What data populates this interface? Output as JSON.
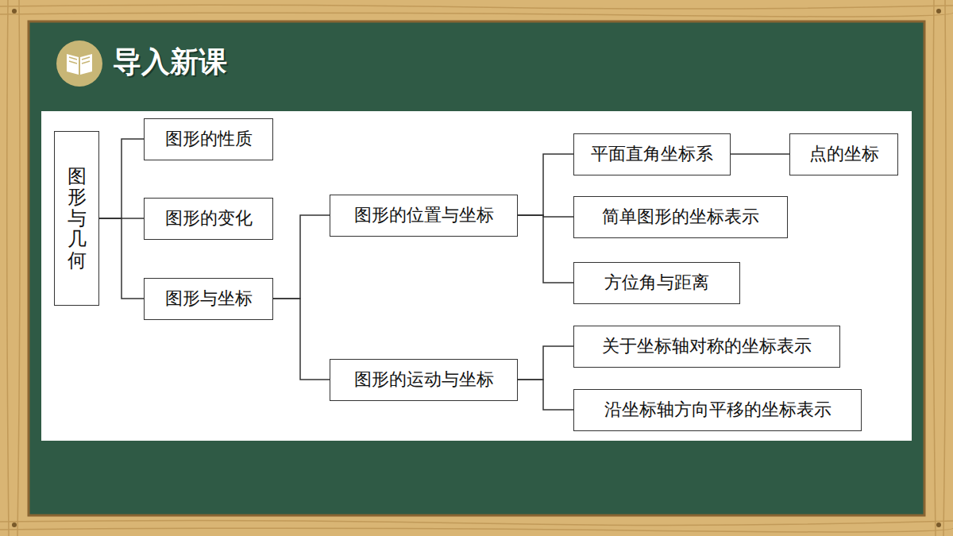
{
  "diagram": {
    "title": "导入新课",
    "nodes": [
      {
        "text": [
          "图形与几何"
        ]
      },
      {
        "text": [
          "图形的性质"
        ]
      },
      {
        "text": [
          "图形的变化"
        ]
      },
      {
        "text": [
          "图形与坐标"
        ]
      },
      {
        "text": [
          "图形的位置与坐标"
        ]
      },
      {
        "text": [
          "平面直角坐标系"
        ]
      },
      {
        "text": [
          "点的坐标"
        ]
      },
      {
        "text": [
          "简单图形的坐标表示"
        ]
      },
      {
        "text": [
          "方位角与距离"
        ]
      },
      {
        "text": [
          "图形的运动与坐标"
        ]
      },
      {
        "text": [
          "关于坐标轴对称的坐标表示"
        ]
      },
      {
        "text": [
          "沿坐标轴方向平移的坐标表示"
        ]
      }
    ],
    "edges": [
      {
        "from": 0,
        "to": 1,
        "arrow": "none"
      },
      {
        "from": 0,
        "to": 2,
        "arrow": "none"
      },
      {
        "from": 0,
        "to": 3,
        "arrow": "none"
      },
      {
        "from": 3,
        "to": 4,
        "arrow": "none"
      },
      {
        "from": 3,
        "to": 9,
        "arrow": "none"
      },
      {
        "from": 4,
        "to": 5,
        "arrow": "none"
      },
      {
        "from": 4,
        "to": 7,
        "arrow": "none"
      },
      {
        "from": 4,
        "to": 8,
        "arrow": "none"
      },
      {
        "from": 5,
        "to": 6,
        "arrow": "none"
      },
      {
        "from": 9,
        "to": 10,
        "arrow": "none"
      },
      {
        "from": 9,
        "to": 11,
        "arrow": "none"
      }
    ]
  }
}
